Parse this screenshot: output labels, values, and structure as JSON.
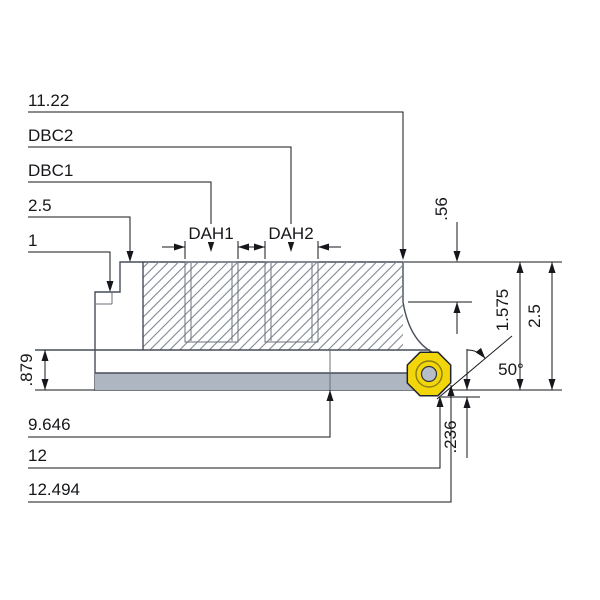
{
  "drawing": {
    "type": "technical-dimension-drawing",
    "subject": "face-mill-cutter-side-view-half-section",
    "colors": {
      "background": "#ffffff",
      "body": "#b7bec9",
      "body_band": "#aeb6c2",
      "slot": "#c6ccd5",
      "hatch_line": "#7f8794",
      "insert_yellow": "#f2d60a",
      "outline": "#474d58",
      "dimension": "#15171a"
    },
    "dimensions": {
      "d11_22": "11.22",
      "dbc2": "DBC2",
      "dbc1": "DBC1",
      "d2_5_top": "2.5",
      "d1": "1",
      "dah1": "DAH1",
      "dah2": "DAH2",
      "d_56": ".56",
      "d1_575": "1.575",
      "d2_5_right": "2.5",
      "angle_50": "50°",
      "d_879": ".879",
      "d9_646": "9.646",
      "d12": "12",
      "d_236": ".236",
      "d12_494": "12.494"
    }
  }
}
